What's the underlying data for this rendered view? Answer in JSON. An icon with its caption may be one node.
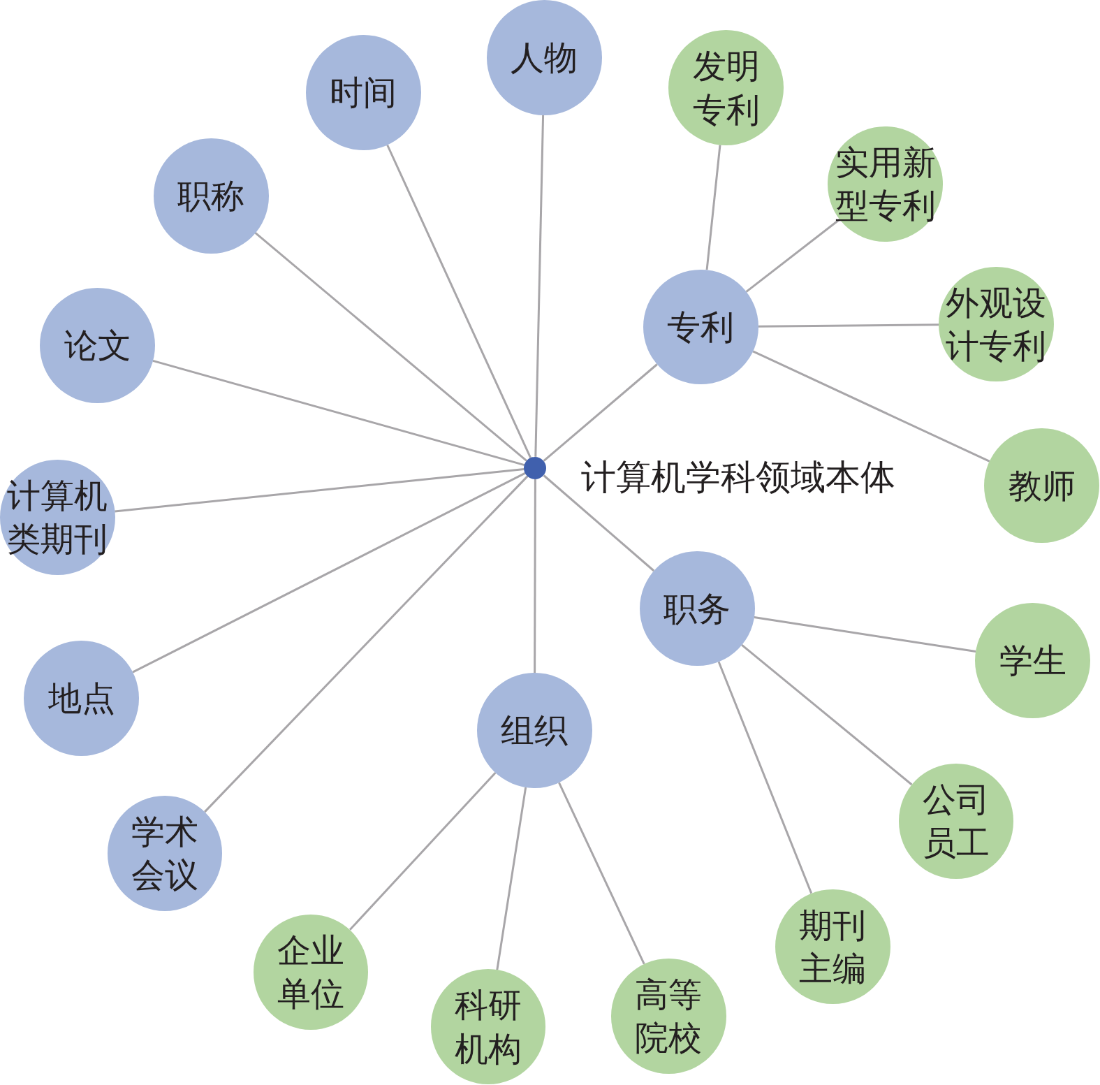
{
  "diagram": {
    "nodes": [
      {
        "text": [],
        "shape": "circle",
        "beside": [
          "计算机学科领域本体"
        ]
      },
      {
        "text": [
          "人物"
        ]
      },
      {
        "text": [
          "时间"
        ]
      },
      {
        "text": [
          "职称"
        ]
      },
      {
        "text": [
          "论文"
        ]
      },
      {
        "text": [
          "计算机类期刊"
        ]
      },
      {
        "text": [
          "地点"
        ]
      },
      {
        "text": [
          "学术会议"
        ]
      },
      {
        "text": [
          "组织"
        ]
      },
      {
        "text": [
          "职务"
        ]
      },
      {
        "text": [
          "专利"
        ]
      },
      {
        "text": [
          "发明专利"
        ]
      },
      {
        "text": [
          "实用新型专利"
        ]
      },
      {
        "text": [
          "外观设计专利"
        ]
      },
      {
        "text": [
          "教师"
        ]
      },
      {
        "text": [
          "学生"
        ]
      },
      {
        "text": [
          "公司员工"
        ]
      },
      {
        "text": [
          "期刊主编"
        ]
      },
      {
        "text": [
          "高等院校"
        ]
      },
      {
        "text": [
          "科研机构"
        ]
      },
      {
        "text": [
          "企业单位"
        ]
      }
    ],
    "edges": [
      {
        "from": 0,
        "to": 1,
        "arrow": "none"
      },
      {
        "from": 0,
        "to": 2,
        "arrow": "none"
      },
      {
        "from": 0,
        "to": 3,
        "arrow": "none"
      },
      {
        "from": 0,
        "to": 4,
        "arrow": "none"
      },
      {
        "from": 0,
        "to": 5,
        "arrow": "none"
      },
      {
        "from": 0,
        "to": 6,
        "arrow": "none"
      },
      {
        "from": 0,
        "to": 7,
        "arrow": "none"
      },
      {
        "from": 0,
        "to": 8,
        "arrow": "none"
      },
      {
        "from": 0,
        "to": 9,
        "arrow": "none"
      },
      {
        "from": 0,
        "to": 10,
        "arrow": "none"
      },
      {
        "from": 10,
        "to": 11,
        "arrow": "none"
      },
      {
        "from": 10,
        "to": 12,
        "arrow": "none"
      },
      {
        "from": 10,
        "to": 13,
        "arrow": "none"
      },
      {
        "from": 10,
        "to": 14,
        "arrow": "none"
      },
      {
        "from": 9,
        "to": 15,
        "arrow": "none"
      },
      {
        "from": 9,
        "to": 16,
        "arrow": "none"
      },
      {
        "from": 9,
        "to": 17,
        "arrow": "none"
      },
      {
        "from": 8,
        "to": 20,
        "arrow": "none"
      },
      {
        "from": 8,
        "to": 19,
        "arrow": "none"
      },
      {
        "from": 8,
        "to": 18,
        "arrow": "none"
      }
    ]
  }
}
